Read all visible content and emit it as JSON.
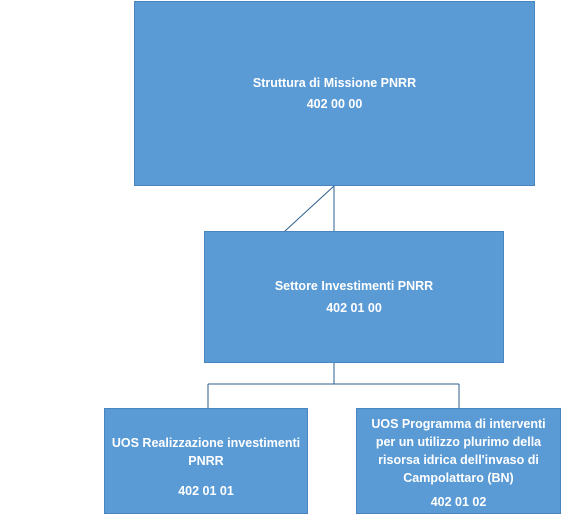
{
  "nodes": {
    "root": {
      "title": "Struttura di Missione PNRR",
      "code": "402 00 00"
    },
    "mid": {
      "title": "Settore Investimenti PNRR",
      "code": "402 01 00"
    },
    "left": {
      "title": "UOS Realizzazione investimenti PNRR",
      "code": "402 01 01"
    },
    "right": {
      "title": "UOS Programma di interventi per un utilizzo plurimo della risorsa idrica dell'invaso di Campolattaro (BN)",
      "code": "402 01 02"
    }
  },
  "colors": {
    "box_fill": "#5b9bd5",
    "box_border": "#4a86bd",
    "connector": "#2e5f8f",
    "text": "#ffffff"
  }
}
